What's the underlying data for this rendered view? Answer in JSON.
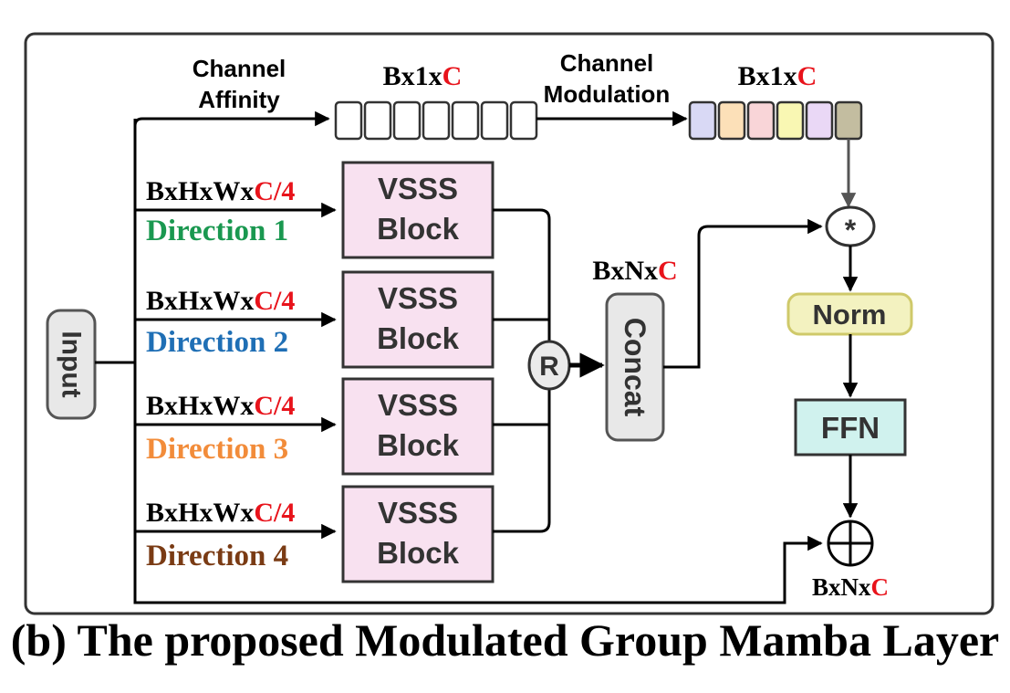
{
  "input_label": "Input",
  "channel_affinity": {
    "line1": "Channel",
    "line2": "Affinity"
  },
  "channel_modulation": {
    "line1": "Channel",
    "line2": "Modulation"
  },
  "shape_bx1xc": {
    "prefix": "Bx1x",
    "suffix": "C"
  },
  "branches": [
    {
      "shape_prefix": "BxHxWx",
      "shape_suffix": "C/4",
      "direction": "Direction 1",
      "color": "#1a9850",
      "block_line1": "VSSS",
      "block_line2": "Block"
    },
    {
      "shape_prefix": "BxHxWx",
      "shape_suffix": "C/4",
      "direction": "Direction 2",
      "color": "#1f6fb5",
      "block_line1": "VSSS",
      "block_line2": "Block"
    },
    {
      "shape_prefix": "BxHxWx",
      "shape_suffix": "C/4",
      "direction": "Direction 3",
      "color": "#f28c3a",
      "block_line1": "VSSS",
      "block_line2": "Block"
    },
    {
      "shape_prefix": "BxHxWx",
      "shape_suffix": "C/4",
      "direction": "Direction 4",
      "color": "#7a3b14",
      "block_line1": "VSSS",
      "block_line2": "Block"
    }
  ],
  "r_node": "R",
  "concat_label": "Concat",
  "shape_bxnxc": {
    "prefix": "BxNx",
    "suffix": "C"
  },
  "multiply_symbol": "*",
  "norm_label": "Norm",
  "ffn_label": "FFN",
  "output_shape": {
    "prefix": "BxNx",
    "suffix": "C"
  },
  "caption": "(b) The proposed Modulated Group Mamba Layer",
  "colors": {
    "accent_red": "#e8131b",
    "vsss_fill": "#f8e1f0",
    "norm_fill": "#f3f2c0",
    "norm_stroke": "#cfc96a",
    "ffn_fill": "#d0f2ee",
    "node_fill": "#ebebeb",
    "modulation_cells": [
      "#d9d9f5",
      "#fce0b8",
      "#f9d5d8",
      "#f9f7b3",
      "#ead8f6",
      "#c3bda0"
    ]
  }
}
